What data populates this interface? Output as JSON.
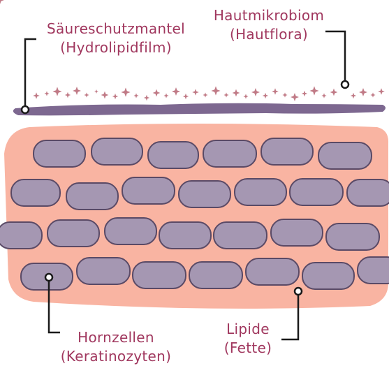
{
  "labels": {
    "acid_mantle": {
      "line1": "Säureschutzmantel",
      "line2": "(Hydrolipidfilm)"
    },
    "microbiome": {
      "line1": "Hautmikrobiom",
      "line2": "(Hautflora)"
    },
    "corneocytes": {
      "line1": "Hornzellen",
      "line2": "(Keratinozyten)"
    },
    "lipids": {
      "line1": "Lipide",
      "line2": "(Fette)"
    }
  },
  "colors": {
    "label_text": "#a0375e",
    "skin_layer": "#f9b4a2",
    "cell_fill": "#a597b2",
    "cell_outline": "#5a4a66",
    "film": "#7d6890",
    "flora": "#c07a86",
    "leader_line": "#1a1a1a"
  }
}
